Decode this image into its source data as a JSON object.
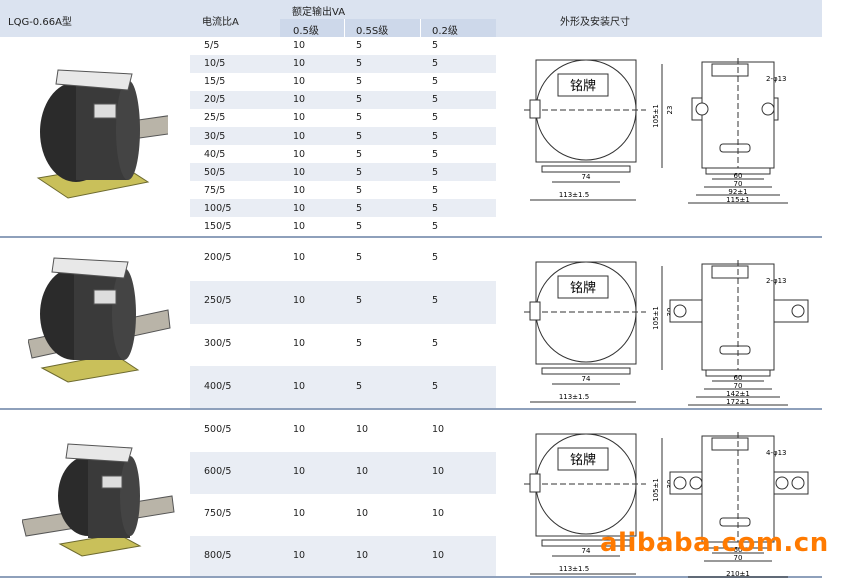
{
  "header": {
    "model": "LQG-0.66A型",
    "ratio_label": "电流比A",
    "rated_output": "额定输出VA",
    "class_05": "0.5级",
    "class_05s": "0.5S级",
    "class_02": "0.2级",
    "dims_label": "外形及安装尺寸"
  },
  "groups": [
    {
      "rows": [
        [
          "5/5",
          "10",
          "5",
          "5"
        ],
        [
          "10/5",
          "10",
          "5",
          "5"
        ],
        [
          "15/5",
          "10",
          "5",
          "5"
        ],
        [
          "20/5",
          "10",
          "5",
          "5"
        ],
        [
          "25/5",
          "10",
          "5",
          "5"
        ],
        [
          "30/5",
          "10",
          "5",
          "5"
        ],
        [
          "40/5",
          "10",
          "5",
          "5"
        ],
        [
          "50/5",
          "10",
          "5",
          "5"
        ],
        [
          "75/5",
          "10",
          "5",
          "5"
        ],
        [
          "100/5",
          "10",
          "5",
          "5"
        ],
        [
          "150/5",
          "10",
          "5",
          "5"
        ]
      ]
    },
    {
      "rows": [
        [
          "200/5",
          "10",
          "5",
          "5"
        ],
        [
          "250/5",
          "10",
          "5",
          "5"
        ],
        [
          "300/5",
          "10",
          "5",
          "5"
        ],
        [
          "400/5",
          "10",
          "5",
          "5"
        ]
      ]
    },
    {
      "rows": [
        [
          "500/5",
          "10",
          "10",
          "10"
        ],
        [
          "600/5",
          "10",
          "10",
          "10"
        ],
        [
          "750/5",
          "10",
          "10",
          "10"
        ],
        [
          "800/5",
          "10",
          "10",
          "10"
        ]
      ]
    }
  ],
  "drawings": [
    {
      "plate": "铭牌",
      "w1": "74",
      "w2": "113±1.5",
      "h1": "105±1",
      "h2": "23",
      "hole": "2-φ13",
      "d1": "60",
      "d2": "70",
      "d3": "92±1",
      "d4": "115±1"
    },
    {
      "plate": "铭牌",
      "w1": "74",
      "w2": "113±1.5",
      "h1": "105±1",
      "h2": "30",
      "hole": "2-φ13",
      "d1": "60",
      "d2": "70",
      "d3": "142±1",
      "d4": "172±1"
    },
    {
      "plate": "铭牌",
      "w1": "74",
      "w2": "113±1.5",
      "h1": "105±1",
      "h2": "30",
      "hole": "4-φ13",
      "d1": "60",
      "d2": "70",
      "d3": "",
      "d4": "210±1"
    }
  ],
  "watermark": "alibaba.com.cn",
  "colors": {
    "header_bg": "#dbe3f0",
    "band": "#e9edf4",
    "separator": "#8ea0bb",
    "watermark": "#ff7a00"
  }
}
